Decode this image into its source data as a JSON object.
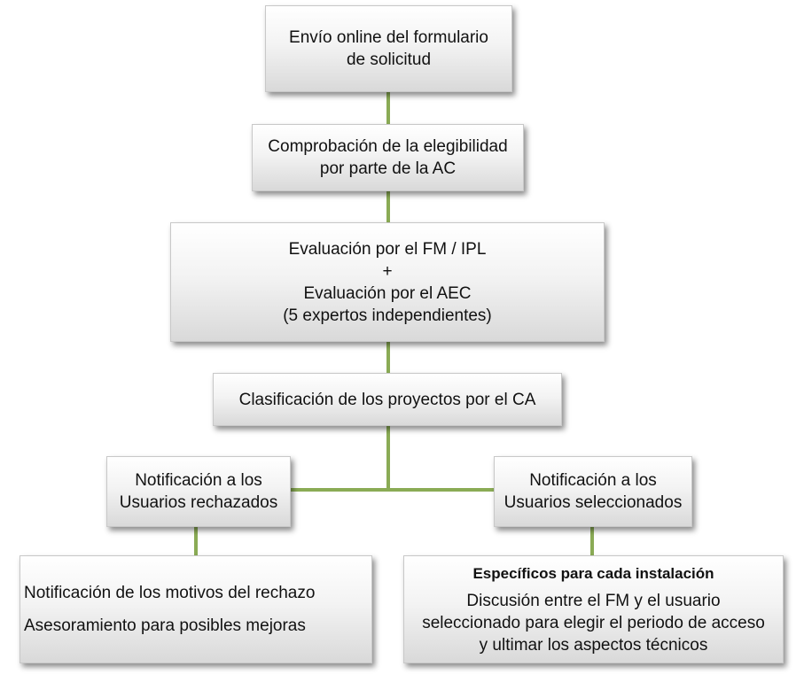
{
  "colors": {
    "connector": "#8aab55"
  },
  "nodes": {
    "envio": {
      "lines": [
        "Envío online del formulario",
        "de solicitud"
      ]
    },
    "comprobacion": {
      "lines": [
        "Comprobación de la elegibilidad",
        "por parte de la AC"
      ]
    },
    "evaluacion": {
      "lines": [
        "Evaluación por el FM / IPL",
        "+",
        "Evaluación por el AEC",
        "(5 expertos independientes)"
      ]
    },
    "clasificacion": {
      "lines": [
        "Clasificación de los proyectos por el CA"
      ]
    },
    "rechazados": {
      "lines": [
        "Notificación a los",
        "Usuarios rechazados"
      ]
    },
    "seleccionados": {
      "lines": [
        "Notificación a los",
        "Usuarios seleccionados"
      ]
    },
    "motivos": {
      "lines": [
        "Notificación de los motivos del rechazo",
        "Asesoramiento para posibles mejoras"
      ]
    },
    "especificos": {
      "heading": "Específicos para cada instalación",
      "lines": [
        "Discusión entre el FM y el usuario",
        "seleccionado para elegir el periodo de acceso",
        "y ultimar los aspectos técnicos"
      ]
    }
  }
}
